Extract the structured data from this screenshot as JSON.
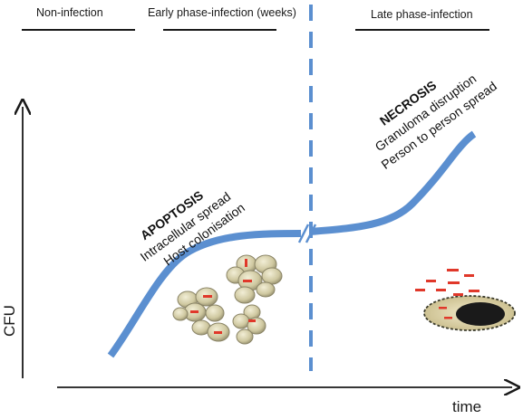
{
  "phases": {
    "non_infection": "Non-infection",
    "early": "Early phase-infection (weeks)",
    "late": "Late phase-infection"
  },
  "axes": {
    "y_label": "CFU",
    "x_label": "time"
  },
  "apoptosis": {
    "title": "APOPTOSIS",
    "line1": "Intracellular spread",
    "line2": "Host colonisation"
  },
  "necrosis": {
    "title": "NECROSIS",
    "line1": "Granuloma disruption",
    "line2": "Person to person spread"
  },
  "colors": {
    "curve": "#5b8fd0",
    "divider": "#5b8fd0",
    "cell_fill": "#cfc8a0",
    "cell_stroke": "#8a8466",
    "bacteria": "#e0382a",
    "necrotic_core": "#1a1a1a",
    "granuloma_fill": "#d8cfa8"
  }
}
